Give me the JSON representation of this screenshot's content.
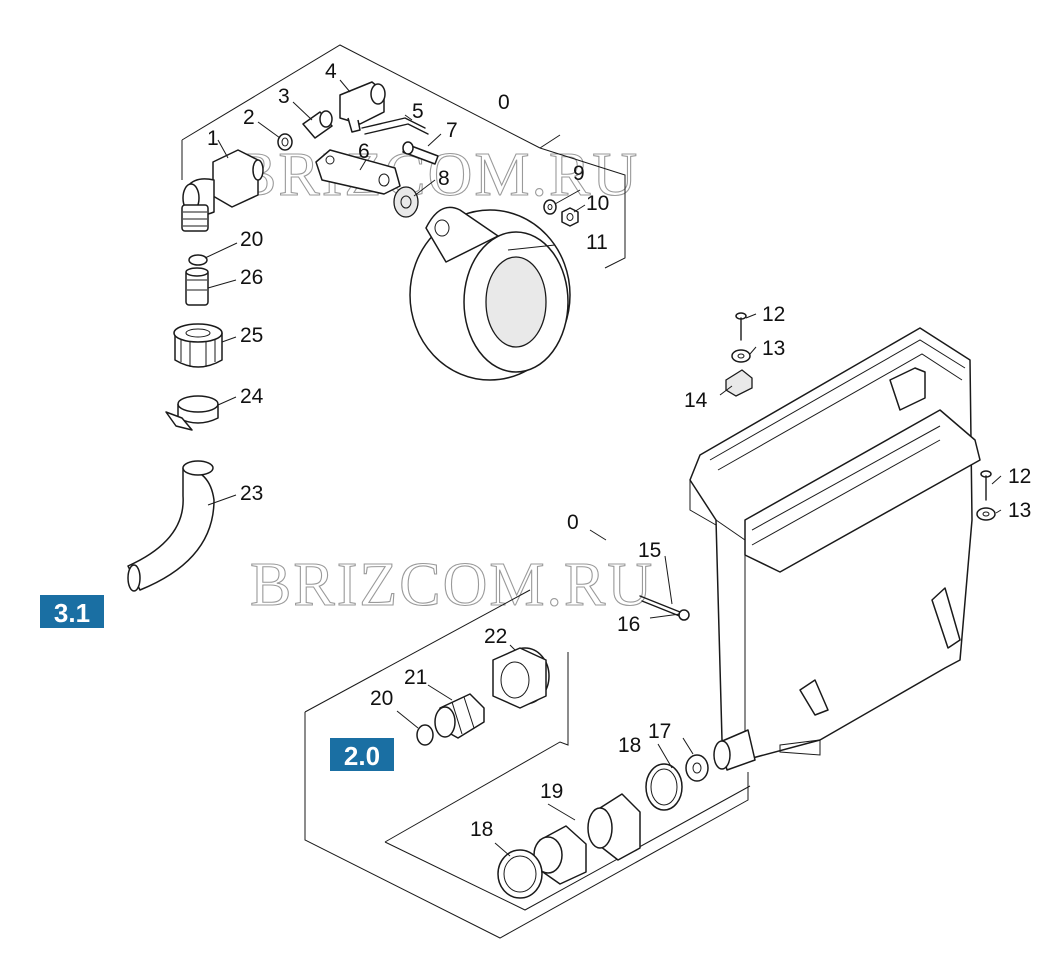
{
  "watermarks": [
    "BRIZCOM.RU",
    "BRIZCOM.RU"
  ],
  "badges": [
    {
      "text": "3.1",
      "color": "#1a6fa3"
    },
    {
      "text": "2.0",
      "color": "#1a6fa3"
    }
  ],
  "callouts": [
    "0",
    "1",
    "2",
    "3",
    "4",
    "5",
    "6",
    "7",
    "8",
    "9",
    "10",
    "11",
    "20",
    "26",
    "25",
    "24",
    "23",
    "12",
    "13",
    "14",
    "12",
    "13",
    "0",
    "15",
    "16",
    "22",
    "21",
    "20",
    "18",
    "17",
    "19",
    "18"
  ]
}
